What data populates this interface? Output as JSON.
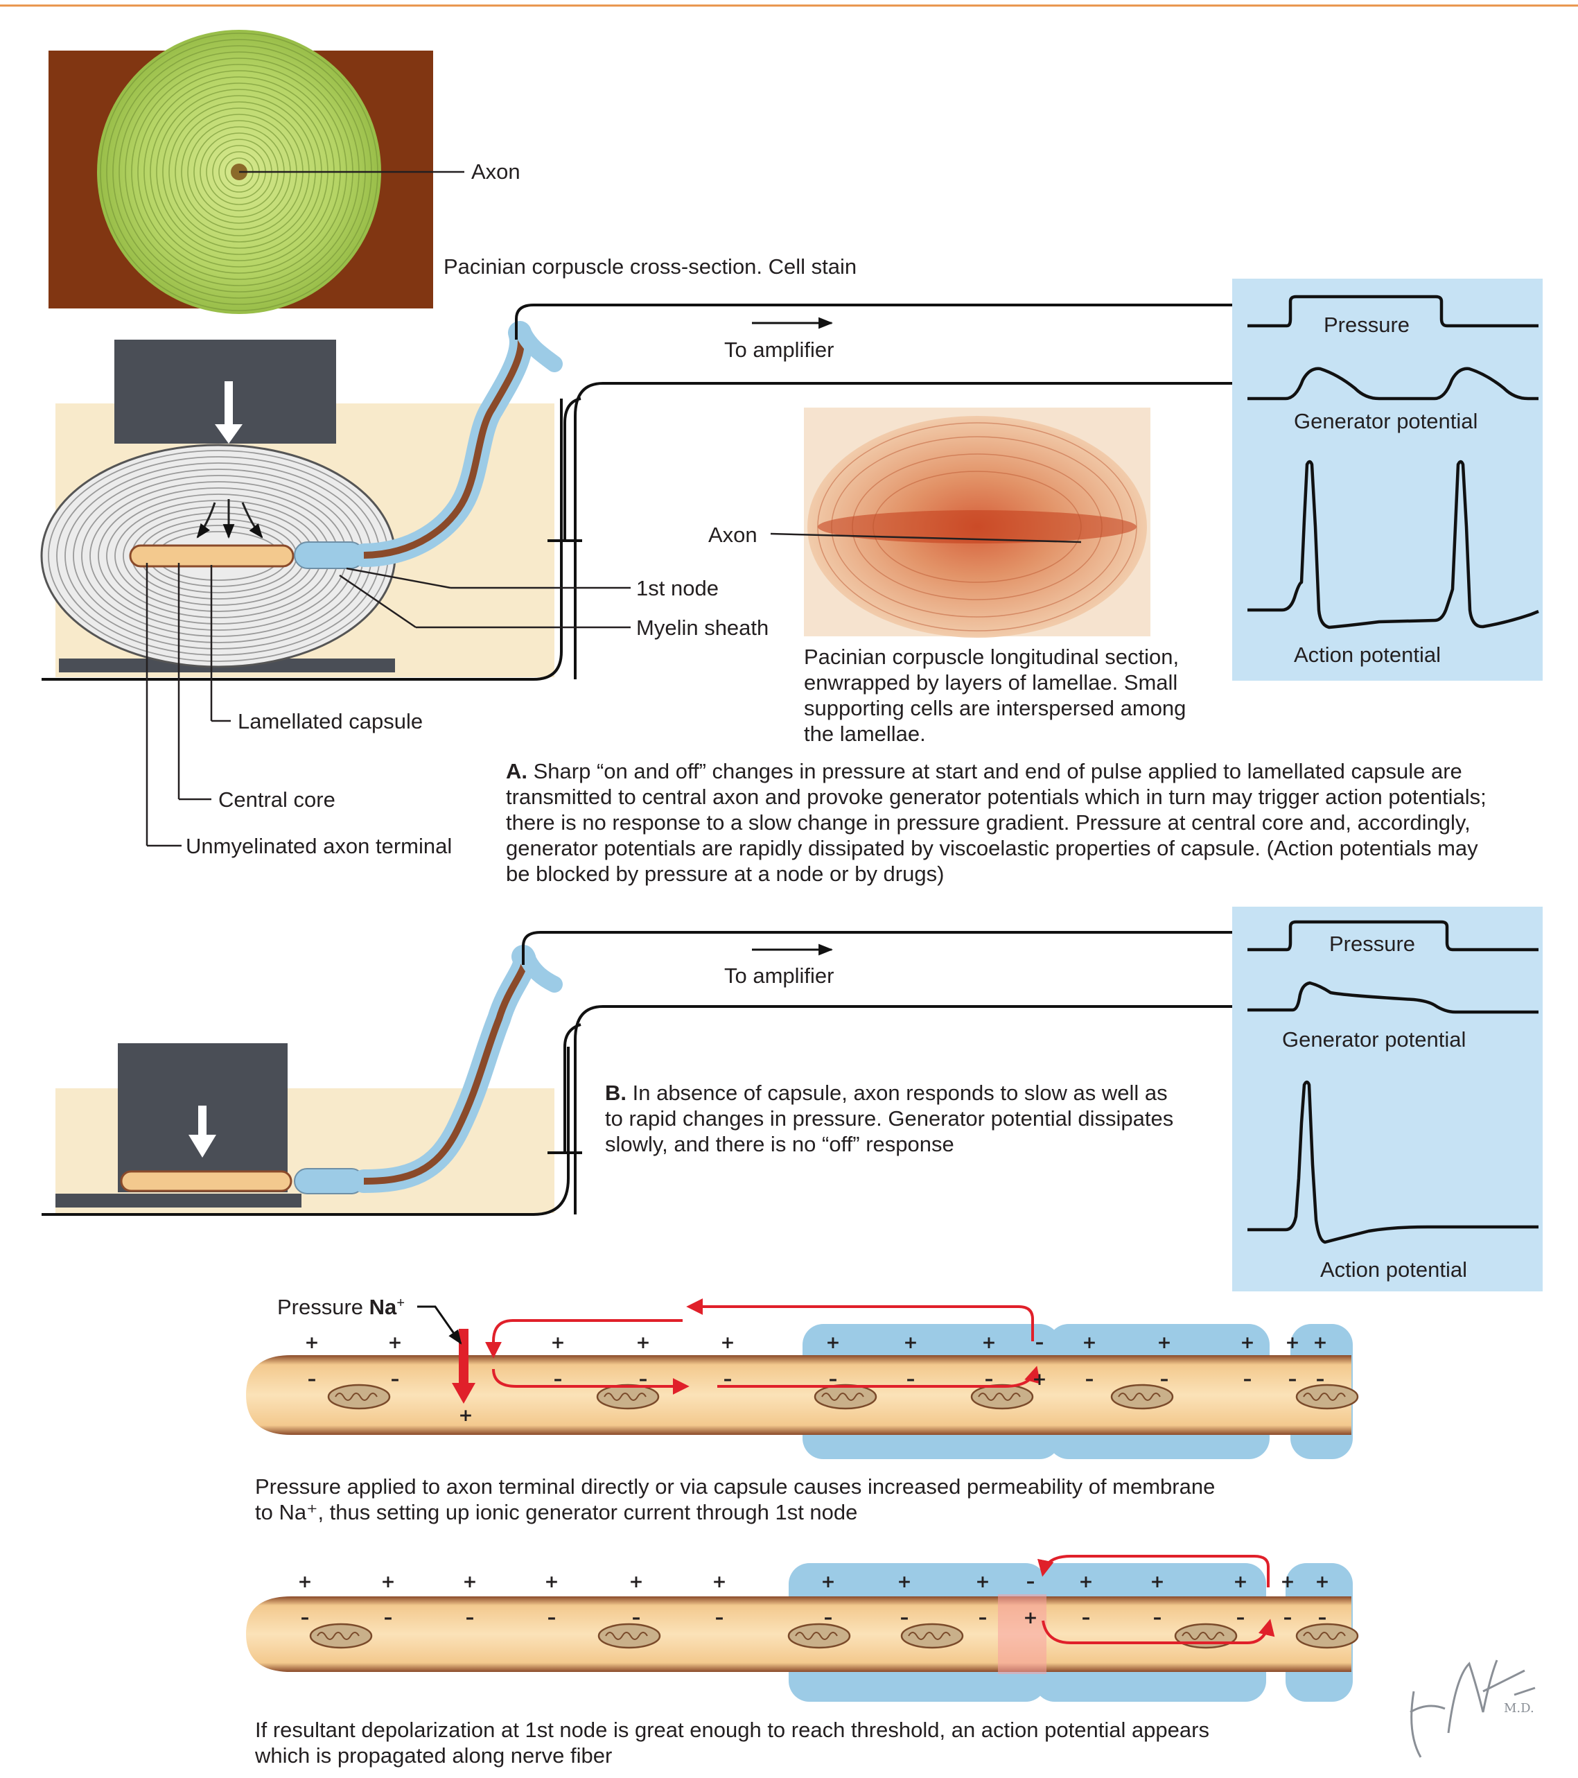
{
  "panel_a": {
    "cross_section_axon_label": "Axon",
    "cross_section_caption": "Pacinian corpuscle cross-section. Cell stain",
    "to_amplifier": "To amplifier",
    "trace_pressure": "Pressure",
    "trace_generator": "Generator potential",
    "trace_action": "Action potential",
    "longitudinal_axon_label": "Axon",
    "first_node": "1st node",
    "myelin_sheath": "Myelin sheath",
    "longitudinal_caption": [
      "Pacinian corpuscle longitudinal section,",
      "enwrapped by layers of lamellae. Small",
      "supporting cells are interspersed among",
      "the lamellae."
    ],
    "lamellated_capsule": "Lamellated capsule",
    "central_core": "Central core",
    "unmyelinated_terminal": "Unmyelinated axon terminal",
    "caption_letter": "A.",
    "caption_lines": [
      " Sharp “on and off” changes in pressure at start and end of pulse applied to lamellated capsule are",
      "transmitted to central axon and provoke generator potentials which in turn may trigger action potentials;",
      "there is no response to a slow change in pressure gradient. Pressure at central core and, accordingly,",
      "generator potentials are rapidly dissipated by viscoelastic properties of capsule. (Action potentials may",
      "be blocked by pressure at a node or by drugs)"
    ]
  },
  "panel_b": {
    "to_amplifier": "To amplifier",
    "trace_pressure": "Pressure",
    "trace_generator": "Generator potential",
    "trace_action": "Action potential",
    "caption_letter": "B.",
    "caption_lines": [
      " In absence of capsule, axon responds to slow as well as",
      "to rapid changes in pressure. Generator potential dissipates",
      "slowly, and there is no “off” response"
    ]
  },
  "fiber_1": {
    "pressure_label": "Pressure ",
    "na_label": "Na",
    "na_sup": "+",
    "caption_lines": [
      "Pressure applied to axon terminal directly or via capsule causes increased permeability of membrane",
      "to Na⁺, thus setting up ionic generator current through 1st node"
    ]
  },
  "fiber_2": {
    "caption_lines": [
      "If resultant depolarization at 1st node is great enough to reach threshold, an action potential appears",
      "which is propagated along nerve fiber"
    ]
  },
  "charges": {
    "plus": "+",
    "minus": "–"
  },
  "signature": "F. Netter M.D.",
  "colors": {
    "top_rule": "#e8934a",
    "trace_panel": "#c6e2f4",
    "stain_green": "#b9d96a",
    "tissue_brown": "#8b3d14",
    "axon_tan": "#f7d6a0",
    "myelin_blue": "#9ccbe6",
    "current_red": "#e0202a",
    "gel_beige": "#f8eacb",
    "weight_gray": "#4a4e56"
  }
}
